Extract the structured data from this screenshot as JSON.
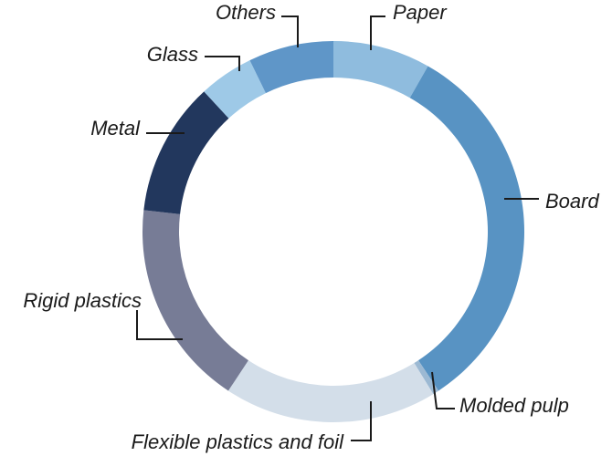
{
  "chart_data": {
    "type": "pie",
    "donut": true,
    "title": "",
    "categories": [
      "Paper",
      "Board",
      "Molded pulp",
      "Flexible plastics and foil",
      "Rigid plastics",
      "Metal",
      "Glass",
      "Others"
    ],
    "values": [
      8.0,
      31.5,
      0.5,
      17.5,
      17.0,
      11.0,
      4.5,
      7.0
    ],
    "colors": [
      "#8fbcde",
      "#5893c3",
      "#9cb9d3",
      "#d3dee9",
      "#777c96",
      "#22375d",
      "#9ec9e7",
      "#5f96c8"
    ],
    "legend": "none",
    "labels_outside": true
  }
}
